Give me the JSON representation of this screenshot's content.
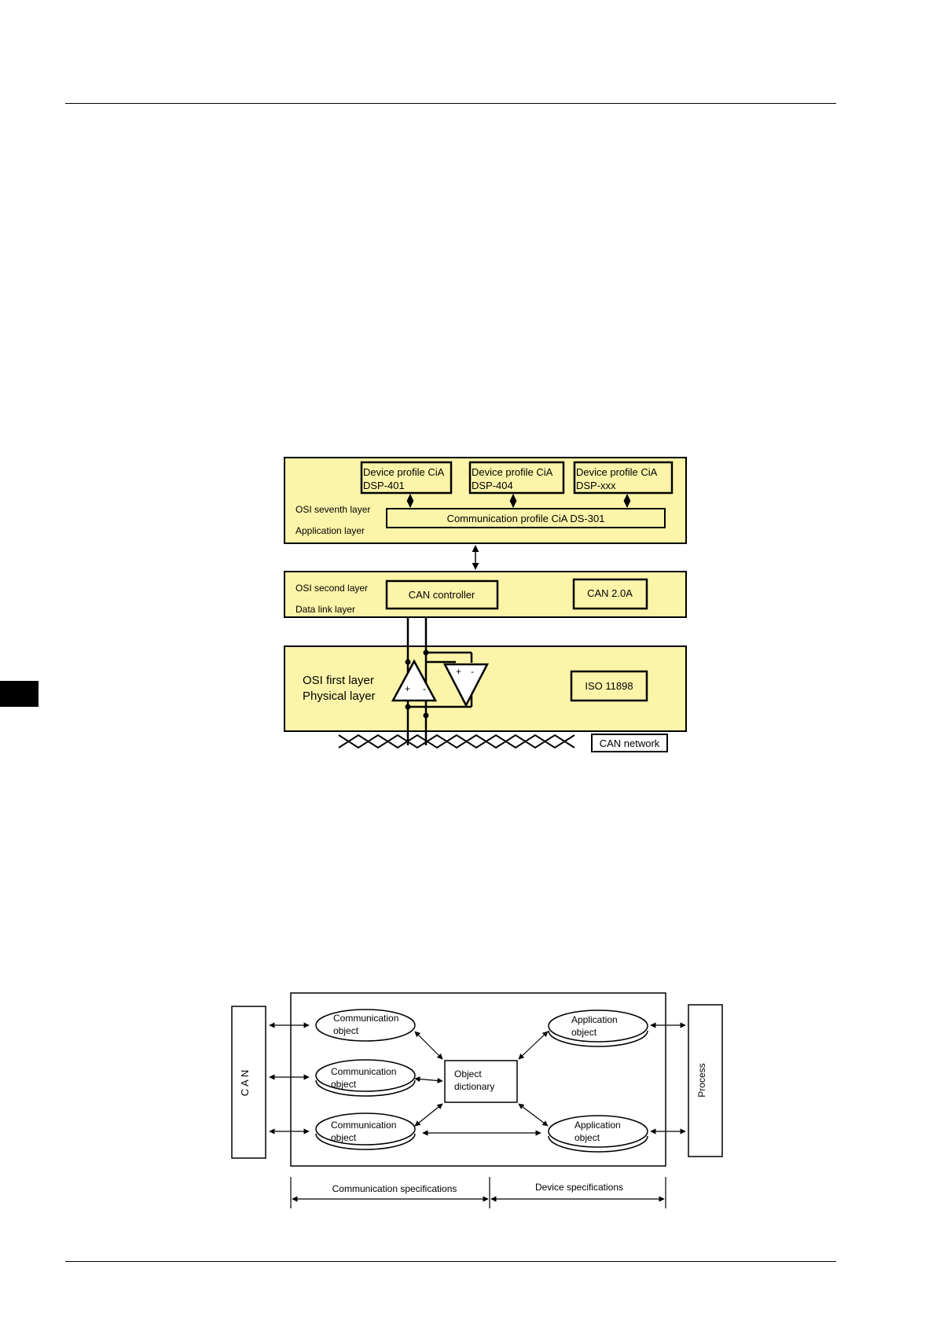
{
  "colors": {
    "layer_fill": "#FCF5A9",
    "line": "#000000",
    "page": "#FFFFFF"
  },
  "osi_diagram": {
    "profiles": [
      {
        "line1": "Device profile CiA",
        "line2": "DSP-401"
      },
      {
        "line1": "Device profile CiA",
        "line2": "DSP-404"
      },
      {
        "line1": "Device profile CiA",
        "line2": "DSP-xxx"
      }
    ],
    "app_layer": {
      "osi_label": "OSI seventh layer",
      "name_label": "Application layer",
      "comm_profile": "Communication profile CiA DS-301"
    },
    "link_layer": {
      "osi_label": "OSI second layer",
      "name_label": "Data link layer",
      "controller": "CAN controller",
      "standard": "CAN 2.0A"
    },
    "phys_layer": {
      "osi_label": "OSI first layer",
      "name_label": "Physical layer",
      "standard": "ISO 11898",
      "plus": "+",
      "minus": "-"
    },
    "network_label": "CAN network"
  },
  "object_diagram": {
    "can_label": "CAN",
    "process_label": "Process",
    "comm_objects": [
      {
        "line1": "Communication",
        "line2": "object"
      },
      {
        "line1": "Communication",
        "line2": "object"
      },
      {
        "line1": "Communication",
        "line2": "object"
      }
    ],
    "app_objects": [
      {
        "line1": "Application",
        "line2": "object"
      },
      {
        "line1": "Application",
        "line2": "object"
      }
    ],
    "dictionary": {
      "line1": "Object",
      "line2": "dictionary"
    },
    "comm_spec": "Communication specifications",
    "device_spec": "Device specifications"
  }
}
